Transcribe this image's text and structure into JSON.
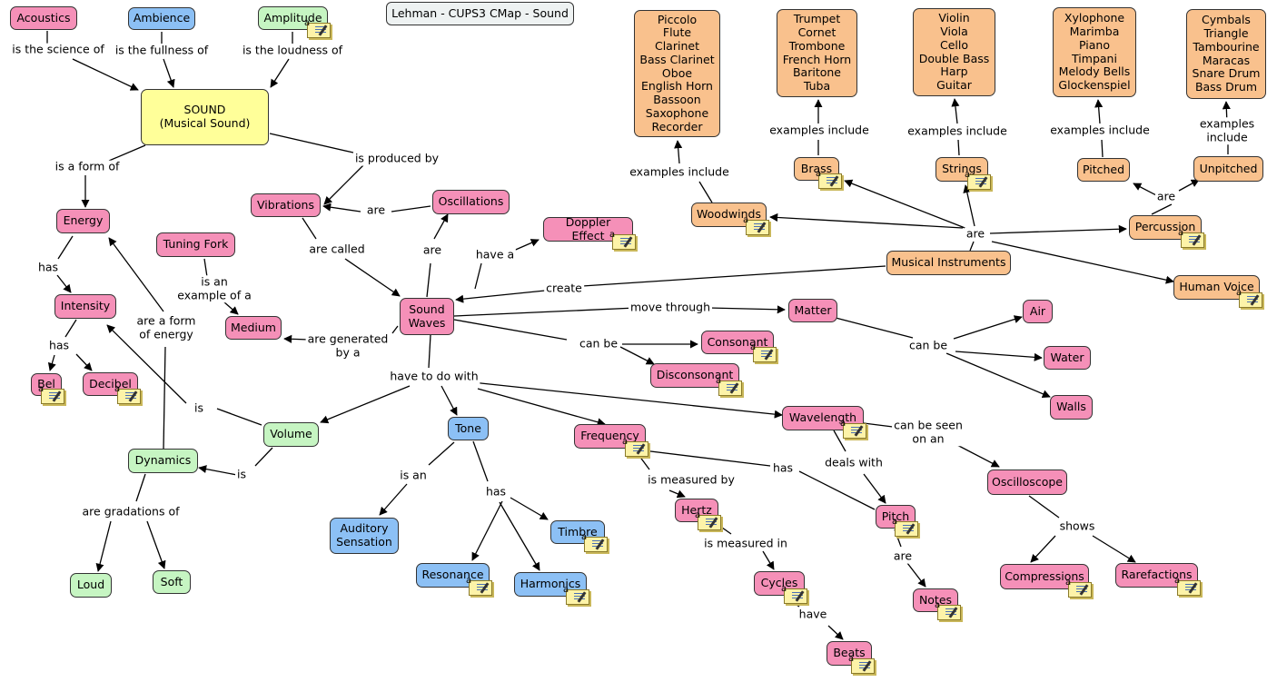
{
  "colors": {
    "pink": "#f590b8",
    "blue": "#8cc0f5",
    "green": "#c6f5c2",
    "orange": "#f9c18d",
    "yellow": "#ffff99",
    "title_bg": "#eef2f2",
    "line": "#000000"
  },
  "title": "Lehman - CUPS3 CMap - Sound",
  "icon_name": "annotation-note-icon",
  "concepts": {
    "acoustics": "Acoustics",
    "ambience": "Ambience",
    "amplitude": "Amplitude",
    "sound": "SOUND\n(Musical Sound)",
    "energy": "Energy",
    "intensity": "Intensity",
    "bel": "Bel",
    "decibel": "Decibel",
    "tuning_fork": "Tuning Fork",
    "medium": "Medium",
    "vibrations": "Vibrations",
    "oscillations": "Oscillations",
    "doppler": "Doppler Effect",
    "sound_waves": "Sound\nWaves",
    "volume": "Volume",
    "dynamics": "Dynamics",
    "loud": "Loud",
    "soft": "Soft",
    "tone": "Tone",
    "auditory": "Auditory\nSensation",
    "timbre": "Timbre",
    "resonance": "Resonance",
    "harmonics": "Harmonics",
    "frequency": "Frequency",
    "hertz": "Hertz",
    "cycles": "Cycles",
    "beats": "Beats",
    "wavelength": "Wavelength",
    "pitch": "Pitch",
    "notes": "Notes",
    "oscilloscope": "Oscilloscope",
    "compressions": "Compressions",
    "rarefactions": "Rarefactions",
    "matter": "Matter",
    "air": "Air",
    "water": "Water",
    "walls": "Walls",
    "consonant": "Consonant",
    "dissonant": "Disconsonant",
    "musical_instruments": "Musical Instruments",
    "woodwinds": "Woodwinds",
    "brass": "Brass",
    "strings": "Strings",
    "percussion": "Percussion",
    "pitched": "Pitched",
    "unpitched": "Unpitched",
    "human_voice": "Human Voice",
    "woodwinds_list": "Piccolo\nFlute\nClarinet\nBass Clarinet\nOboe\nEnglish Horn\nBassoon\nSaxophone\nRecorder",
    "brass_list": "Trumpet\nCornet\nTrombone\nFrench Horn\nBaritone\nTuba",
    "strings_list": "Violin\nViola\nCello\nDouble Bass\nHarp\nGuitar",
    "pitched_list": "Xylophone\nMarimba\nPiano\nTimpani\nMelody Bells\nGlockenspiel",
    "unpitched_list": "Cymbals\nTriangle\nTambourine\nMaracas\nSnare Drum\nBass Drum"
  },
  "links": {
    "science_of": "is the science of",
    "fullness_of": "is the fullness of",
    "loudness_of": "is the loudness of",
    "form_of": "is a form of",
    "produced_by": "is produced by",
    "has_energy": "has",
    "has_intensity": "has",
    "example_of": "is an\nexample of a",
    "are_osc": "are",
    "are_called": "are called",
    "are_waves": "are",
    "have_a": "have a",
    "generated_by": "are generated\nby a",
    "form_energy": "are a form\nof energy",
    "is_volume": "is",
    "is_dynamics": "is",
    "gradations": "are gradations of",
    "have_to_do": "have to do with",
    "is_an": "is an",
    "has_tone": "has",
    "measured_by": "is measured by",
    "measured_in": "is measured in",
    "have_beats": "have",
    "has_pitch": "has",
    "deals_with": "deals with",
    "are_notes": "are",
    "seen_on": "can be seen\non an",
    "shows": "shows",
    "move_through": "move through",
    "can_be_matter": "can be",
    "can_be_cons": "can be",
    "create": "create",
    "are_instr": "are",
    "ex_woodwinds": "examples include",
    "ex_brass": "examples include",
    "ex_strings": "examples include",
    "ex_pitched": "examples include",
    "ex_unpitched": "examples include",
    "are_perc": "are"
  }
}
